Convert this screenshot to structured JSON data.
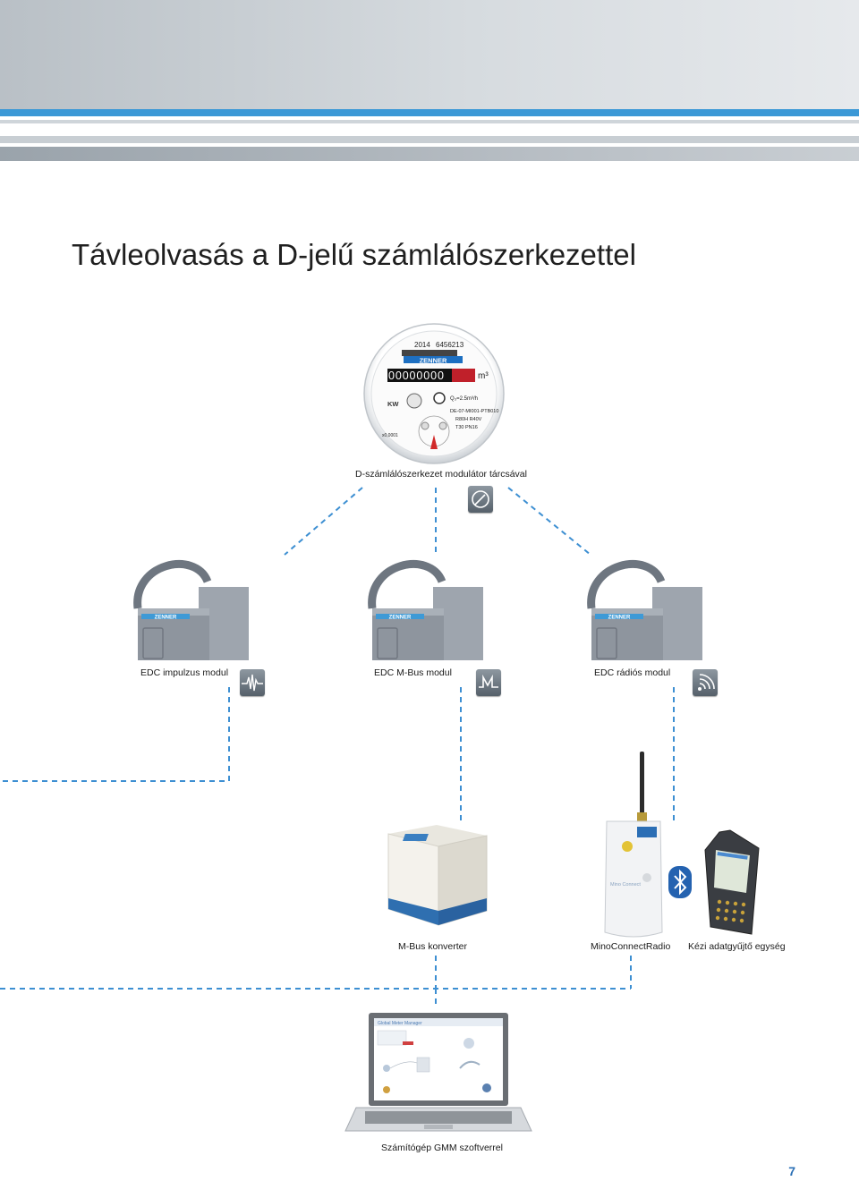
{
  "page": {
    "title": "Távleolvasás a D-jelű számlálószerkezettel",
    "page_number": "7"
  },
  "meter": {
    "caption": "D-számlálószerkezet modulátor tárcsával",
    "year": "2014",
    "serial": "6456213",
    "brand": "ZENNER",
    "digits": "00000000",
    "unit": "m³",
    "kw_label": "KW",
    "q3": "Q₃=2.5m³/h",
    "approval": "DE-07-MI001-PTB010",
    "ratio": "R80H R40V",
    "class": "T30 PN16",
    "factor": "x0,0001"
  },
  "modules": [
    {
      "caption": "EDC impulzus modul",
      "brand": "ZENNER",
      "icon": "pulse-icon"
    },
    {
      "caption": "EDC M-Bus modul",
      "brand": "ZENNER",
      "icon": "mbus-icon"
    },
    {
      "caption": "EDC rádiós modul",
      "brand": "ZENNER",
      "icon": "radio-icon"
    }
  ],
  "devices": {
    "mbus_converter": "M-Bus konverter",
    "mino_connect": "MinoConnectRadio",
    "mino_label": "Mino Connect",
    "handheld": "Kézi adatgyűjtő egység",
    "bluetooth_icon": "bluetooth-icon"
  },
  "laptop": {
    "caption": "Számítógép GMM szoftverrel",
    "screen_title": "Global Meter Manager"
  },
  "colors": {
    "accent_blue": "#2b8ad3",
    "dash_blue": "#3d8fd2",
    "icon_gray": "#66717b"
  }
}
